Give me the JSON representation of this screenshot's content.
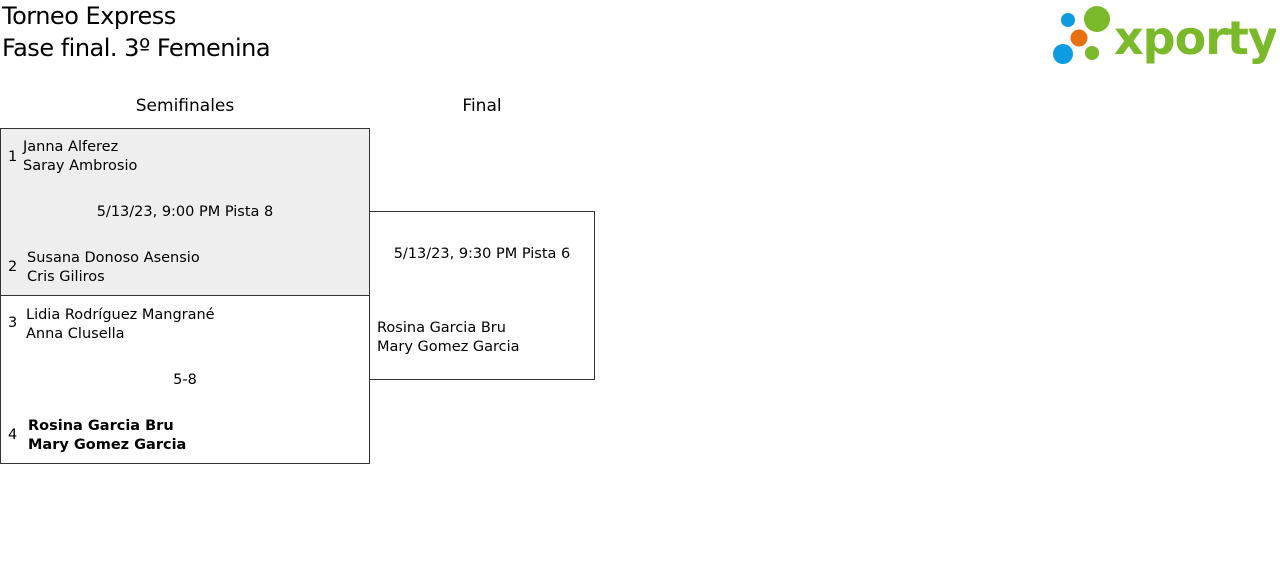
{
  "header": {
    "title": "Torneo Express",
    "subtitle": "Fase final. 3º Femenina",
    "logo_text": "xporty"
  },
  "rounds": [
    {
      "label": "Semifinales"
    },
    {
      "label": "Final"
    }
  ],
  "colors": {
    "brand_green": "#7ab929",
    "brand_blue": "#0d9ce0",
    "brand_orange": "#e8710f",
    "highlight_bg": "#eeeeee"
  },
  "matches": [
    {
      "info": "5/13/23, 9:00 PM Pista 8",
      "teams": [
        {
          "seed": "1",
          "p1": "Janna Alferez",
          "p2": "Saray Ambrosio"
        },
        {
          "seed": "2",
          "p1": "Susana Donoso Asensio",
          "p2": "Cris Giliros"
        }
      ]
    },
    {
      "info": "5-8",
      "teams": [
        {
          "seed": "3",
          "p1": "Lidia Rodríguez Mangrané",
          "p2": "Anna Clusella"
        },
        {
          "seed": "4",
          "p1": "Rosina Garcia Bru",
          "p2": "Mary Gomez Garcia"
        }
      ]
    },
    {
      "info": "5/13/23, 9:30 PM Pista 6",
      "teams": [
        {
          "p1": "Rosina Garcia Bru",
          "p2": "Mary Gomez Garcia"
        }
      ]
    }
  ]
}
